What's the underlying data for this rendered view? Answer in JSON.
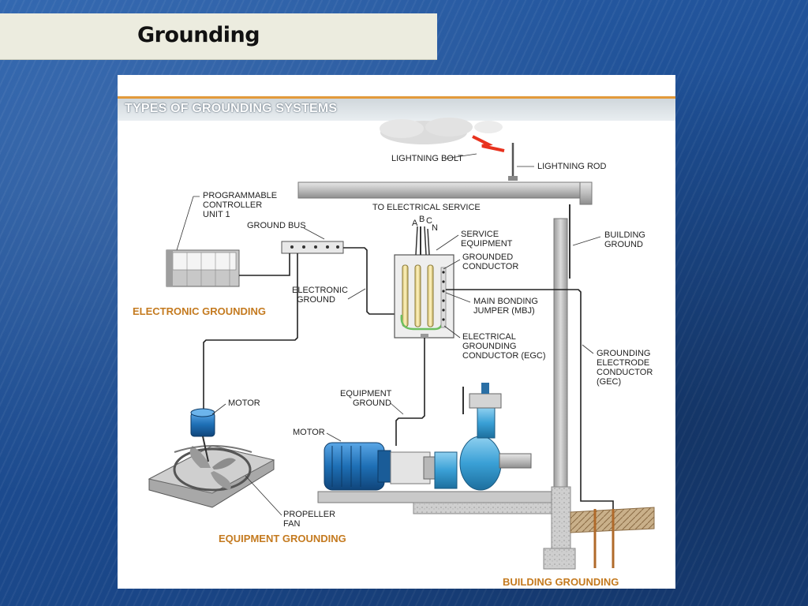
{
  "slide": {
    "title": "Grounding"
  },
  "diagram": {
    "title": "TYPES OF GROUNDING SYSTEMS",
    "labels": {
      "lightning_bolt": "LIGHTNING BOLT",
      "lightning_rod": "LIGHTNING ROD",
      "plc_1": "PROGRAMMABLE",
      "plc_2": "CONTROLLER",
      "plc_3": "UNIT 1",
      "ground_bus": "GROUND BUS",
      "to_service": "TO ELECTRICAL SERVICE",
      "phase_a": "A",
      "phase_b": "B",
      "phase_c": "C",
      "phase_n": "N",
      "service_equipment_1": "SERVICE",
      "service_equipment_2": "EQUIPMENT",
      "grounded_conductor_1": "GROUNDED",
      "grounded_conductor_2": "CONDUCTOR",
      "building_ground_1": "BUILDING",
      "building_ground_2": "GROUND",
      "electronic_ground_1": "ELECTRONIC",
      "electronic_ground_2": "GROUND",
      "mbj_1": "MAIN BONDING",
      "mbj_2": "JUMPER (MBJ)",
      "egc_1": "ELECTRICAL",
      "egc_2": "GROUNDING",
      "egc_3": "CONDUCTOR (EGC)",
      "gec_1": "GROUNDING",
      "gec_2": "ELECTRODE",
      "gec_3": "CONDUCTOR",
      "gec_4": "(GEC)",
      "equipment_ground_1": "EQUIPMENT",
      "equipment_ground_2": "GROUND",
      "motor_left": "MOTOR",
      "motor_right": "MOTOR",
      "propeller_fan_1": "PROPELLER",
      "propeller_fan_2": "FAN"
    },
    "sections": {
      "electronic": "ELECTRONIC GROUNDING",
      "equipment": "EQUIPMENT GROUNDING",
      "building": "BUILDING GROUNDING"
    },
    "colors": {
      "section_label": "#c47a1f",
      "header_rule": "#e39a3b",
      "bolt": "#e8321e",
      "pump_blue": "#3aa0d6",
      "motor_blue": "#1e6fb5"
    }
  }
}
